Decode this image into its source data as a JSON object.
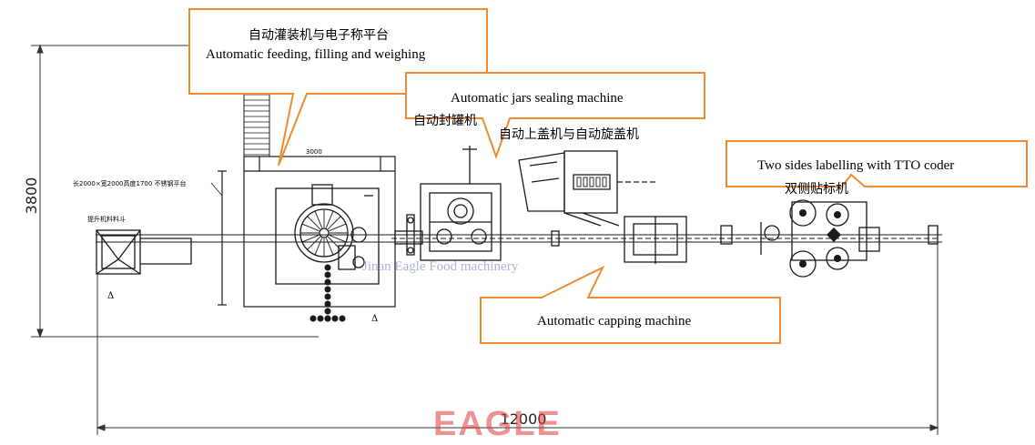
{
  "callouts": {
    "feeding": {
      "cn": "自动灌装机与电子称平台",
      "en": "Automatic feeding, filling and weighing"
    },
    "sealing": {
      "en": "Automatic jars sealing machine",
      "cn": "自动封罐机"
    },
    "capping_cn": "自动上盖机与自动旋盖机",
    "labelling": {
      "en": "Two sides labelling with TTO coder",
      "cn": "双侧贴标机"
    },
    "capping": {
      "en": "Automatic capping machine"
    }
  },
  "annotations": {
    "platform": "长2000×宽2000高度1700 不锈钢平台",
    "hopper": "提升机料料斗",
    "platform_width": "3000"
  },
  "dimensions": {
    "height": "3800",
    "length": "12000"
  },
  "watermark": "Jinan Eagle Food machinery",
  "logo": "EAGLE",
  "colors": {
    "callout_border": "#f08a30",
    "line": "#1a1a1a",
    "watermark": "#8aa0c8",
    "logo": "#e03a3a"
  }
}
